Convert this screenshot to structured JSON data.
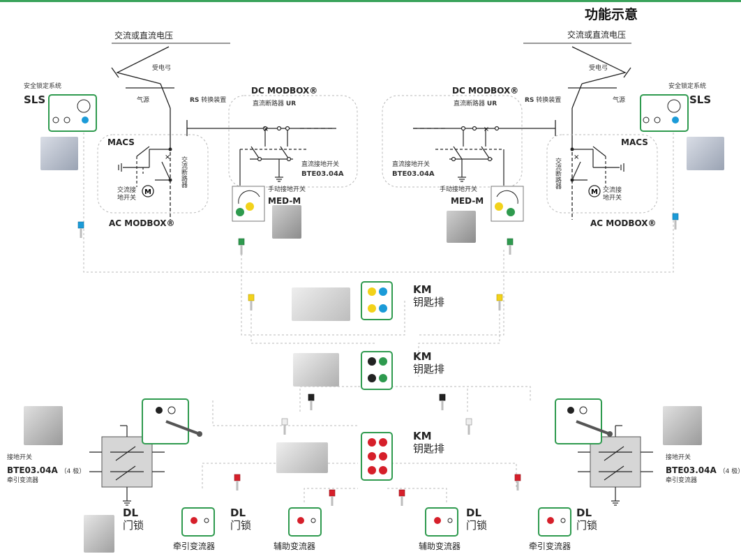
{
  "header": {
    "title": "功能示意"
  },
  "supply": {
    "left": "交流或直流电压",
    "right": "交流或直流电压"
  },
  "pantograph": {
    "left": "受电弓",
    "right": "受电弓"
  },
  "air": {
    "left": "气源",
    "right": "气源"
  },
  "rs": {
    "left_code": "RS",
    "left_text": "转换装置",
    "right_code": "RS",
    "right_text": "转换装置"
  },
  "sls": {
    "caption": "安全锁定系统",
    "code": "SLS"
  },
  "macs": {
    "code": "MACS",
    "ac_ground": "交流接\n地开关",
    "ac_breaker": "交流断路器",
    "modbox": "AC MODBOX®"
  },
  "dc": {
    "modbox": "DC MODBOX®",
    "breaker_cn": "直流断路器",
    "breaker_code": "UR",
    "ground_cn": "直流接地开关",
    "ground_code": "BTE03.04A",
    "manual_cn": "手动接地开关",
    "manual_code": "MED-M"
  },
  "km": {
    "code": "KM",
    "cn": "钥匙排"
  },
  "earth_switch": {
    "cn": "接地开关",
    "code": "BTE03.04A",
    "poles": "（4 极）",
    "sub": "牵引变流器"
  },
  "dl": {
    "code": "DL",
    "cn": "门锁"
  },
  "converters": {
    "traction": "牵引变流器",
    "aux": "辅助变流器"
  },
  "colors": {
    "green": "#2e9a4e",
    "yellow": "#f2d21b",
    "blue": "#1b9bd8",
    "red": "#d61f2a",
    "black": "#222222"
  }
}
